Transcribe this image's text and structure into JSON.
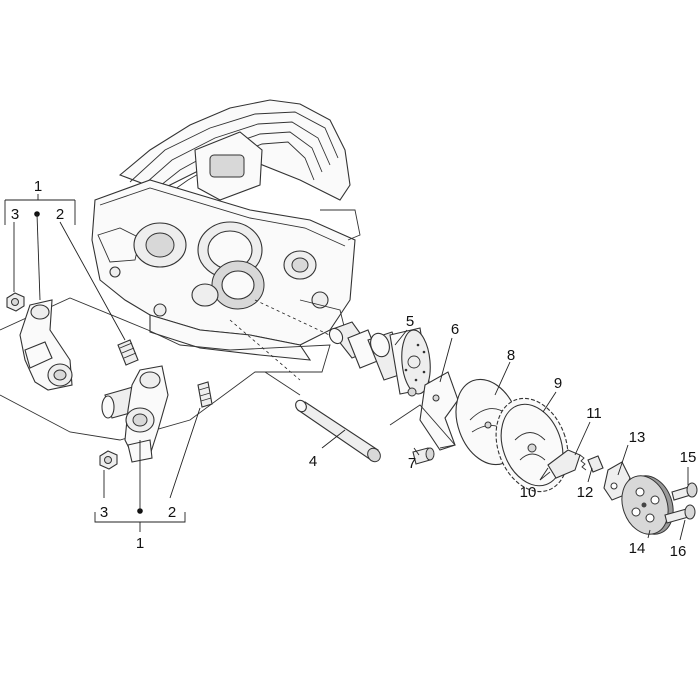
{
  "callouts": {
    "c1_top": "1",
    "c2_top": "2",
    "c3_top": "3",
    "c1_bottom": "1",
    "c2_bottom": "2",
    "c3_bottom": "3",
    "c4": "4",
    "c5": "5",
    "c6": "6",
    "c7": "7",
    "c8": "8",
    "c9": "9",
    "c10": "10",
    "c11": "11",
    "c12": "12",
    "c13": "13",
    "c14": "14",
    "c15": "15",
    "c16": "16"
  }
}
